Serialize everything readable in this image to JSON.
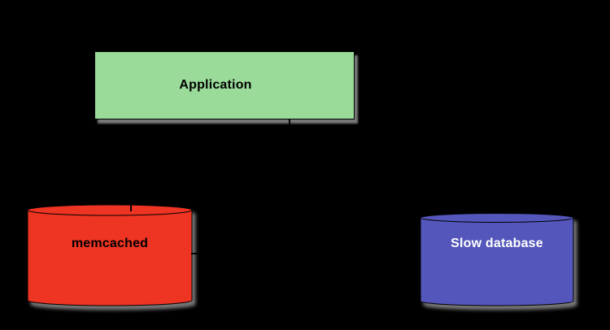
{
  "window": {
    "background": "#000000"
  },
  "diagram": {
    "shadow_color": "rgba(140,140,140,0.85)",
    "outline_color": "#000000",
    "nodes": {
      "application": {
        "label": "Application",
        "shape": "rectangle",
        "fill": "#9ADB9A",
        "text_color": "#000000"
      },
      "memcached": {
        "label": "memcached",
        "shape": "cylinder",
        "fill": "#EE3423",
        "text_color": "#000000"
      },
      "slow_database": {
        "label": "Slow database",
        "shape": "cylinder",
        "fill": "#5456BB",
        "text_color": "#FFFFFF"
      }
    }
  }
}
